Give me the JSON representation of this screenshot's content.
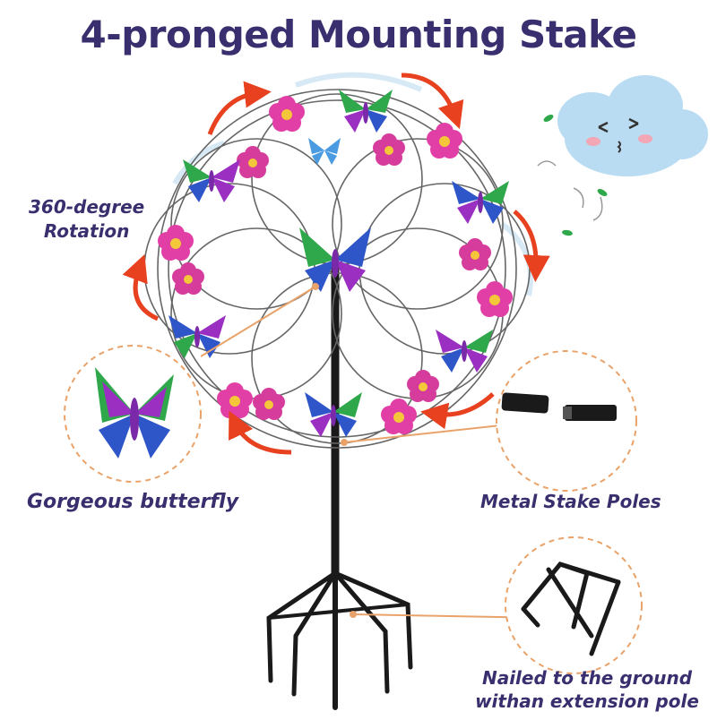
{
  "title": "4-pronged Mounting Stake",
  "labels": {
    "rotation_line1": "360-degree",
    "rotation_line2": "Rotation",
    "butterfly": "Gorgeous butterfly",
    "poles": "Metal Stake Poles",
    "nailed_line1": "Nailed to the ground",
    "nailed_line2": "withan extension pole"
  },
  "colors": {
    "text": "#3a2f6e",
    "arrow": "#e8411f",
    "callout": "#e9a36a",
    "stake": "#1a1a1a",
    "cloud": "#b9dcf2",
    "flower": "#e23fa6",
    "butterfly_blue": "#2f56c9",
    "butterfly_purple": "#9a2fc2",
    "butterfly_green": "#2ea84a"
  }
}
